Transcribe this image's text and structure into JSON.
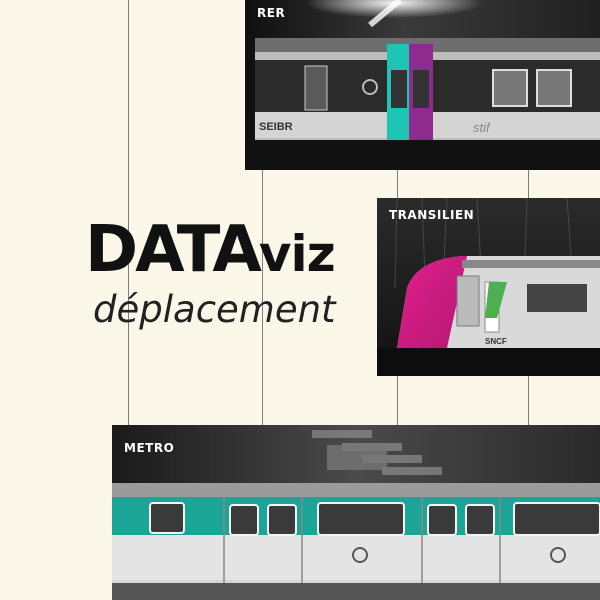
{
  "title": {
    "main_caps": "DATA",
    "main_small": "viz",
    "subtitle": "déplacement"
  },
  "cards": {
    "rer": {
      "label": "RER",
      "logo_text": "stif",
      "side_text": "SEIBR"
    },
    "transilien": {
      "label": "TRANSILIEN",
      "logo_text": "SNCF"
    },
    "metro": {
      "label": "METRO"
    }
  },
  "colors": {
    "background": "#fbf8ea",
    "rer_teal": "#1ec4b4",
    "rer_purple": "#8e2b8e",
    "transilien_magenta": "#e0208f",
    "transilien_green": "#4caf50",
    "metro_teal": "#1aa596"
  }
}
